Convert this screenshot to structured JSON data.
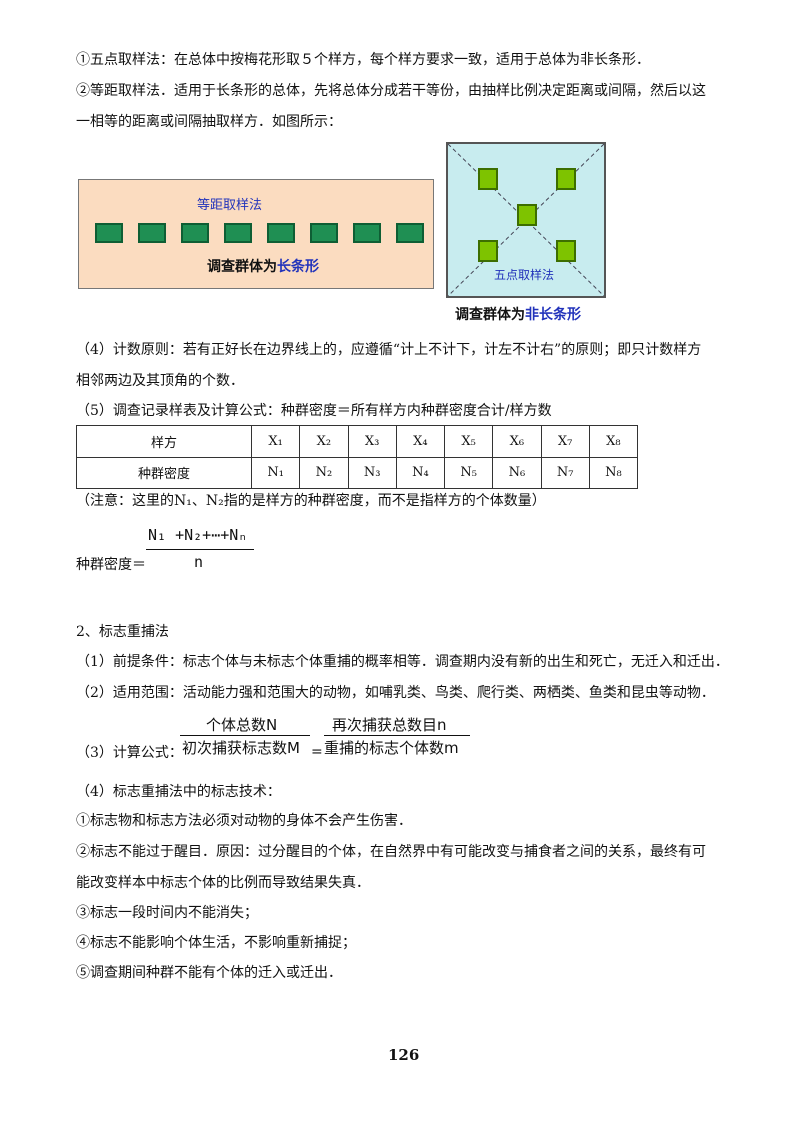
{
  "lines": {
    "l1": "①五点取样法：在总体中按梅花形取５个样方，每个样方要求一致，适用于总体为非长条形．",
    "l2": "②等距取样法．适用于长条形的总体，先将总体分成若干等份，由抽样比例决定距离或间隔，然后以这",
    "l3": "一相等的距离或间隔抽取样方．如图所示：",
    "l4": "（4）计数原则：若有正好长在边界线上的，应遵循“计上不计下，计左不计右”的原则；即只计数样方",
    "l5": "相邻两边及其顶角的个数．",
    "l6": "（5）调查记录样表及计算公式：种群密度＝所有样方内种群密度合计/样方数",
    "note": "（注意：这里的N₁、N₂指的是样方的种群密度，而不是指样方的个体数量）",
    "density_label": "种群密度＝",
    "s2_title": "2、标志重捕法",
    "s2_1": "（1）前提条件：标志个体与未标志个体重捕的概率相等．调查期内没有新的出生和死亡，无迁入和迁出．",
    "s2_2": "（2）适用范围：活动能力强和范围大的动物，如哺乳类、鸟类、爬行类、两栖类、鱼类和昆虫等动物．",
    "s2_3": "（3）计算公式：",
    "s2_4": "（4）标志重捕法中的标志技术：",
    "t1": "①标志物和标志方法必须对动物的身体不会产生伤害．",
    "t2a": "②标志不能过于醒目．原因：过分醒目的个体，在自然界中有可能改变与捕食者之间的关系，最终有可",
    "t2b": "能改变样本中标志个体的比例而导致结果失真．",
    "t3": "③标志一段时间内不能消失；",
    "t4": "④标志不能影响个体生活，不影响重新捕捉；",
    "t5": "⑤调查期间种群不能有个体的迁入或迁出．"
  },
  "figures": {
    "strip": {
      "label": "等距取样法",
      "caption_prefix": "调查群体为",
      "caption_highlight": "长条形",
      "square_count": 8,
      "bg": "#fbdcc0",
      "square_color": "#1f8f53"
    },
    "square": {
      "label": "五点取样法",
      "caption_prefix": "调查群体为",
      "caption_highlight": "非长条形",
      "bg": "#c8ecef",
      "square_color": "#7ec300"
    }
  },
  "table": {
    "row1": [
      "样方",
      "X₁",
      "X₂",
      "X₃",
      "X₄",
      "X₅",
      "X₆",
      "X₇",
      "X₈"
    ],
    "row2": [
      "种群密度",
      "N₁",
      "N₂",
      "N₃",
      "N₄",
      "N₅",
      "N₆",
      "N₇",
      "N₈"
    ]
  },
  "formula1": {
    "numerator": "N₁ +N₂+⋯+Nₙ",
    "denominator": "n"
  },
  "formula2": {
    "left_num": "个体总数N",
    "left_den": "初次捕获标志数M",
    "equals": "=",
    "right_num": "再次捕获总数目n",
    "right_den": "重捕的标志个体数m"
  },
  "page_number": "126"
}
